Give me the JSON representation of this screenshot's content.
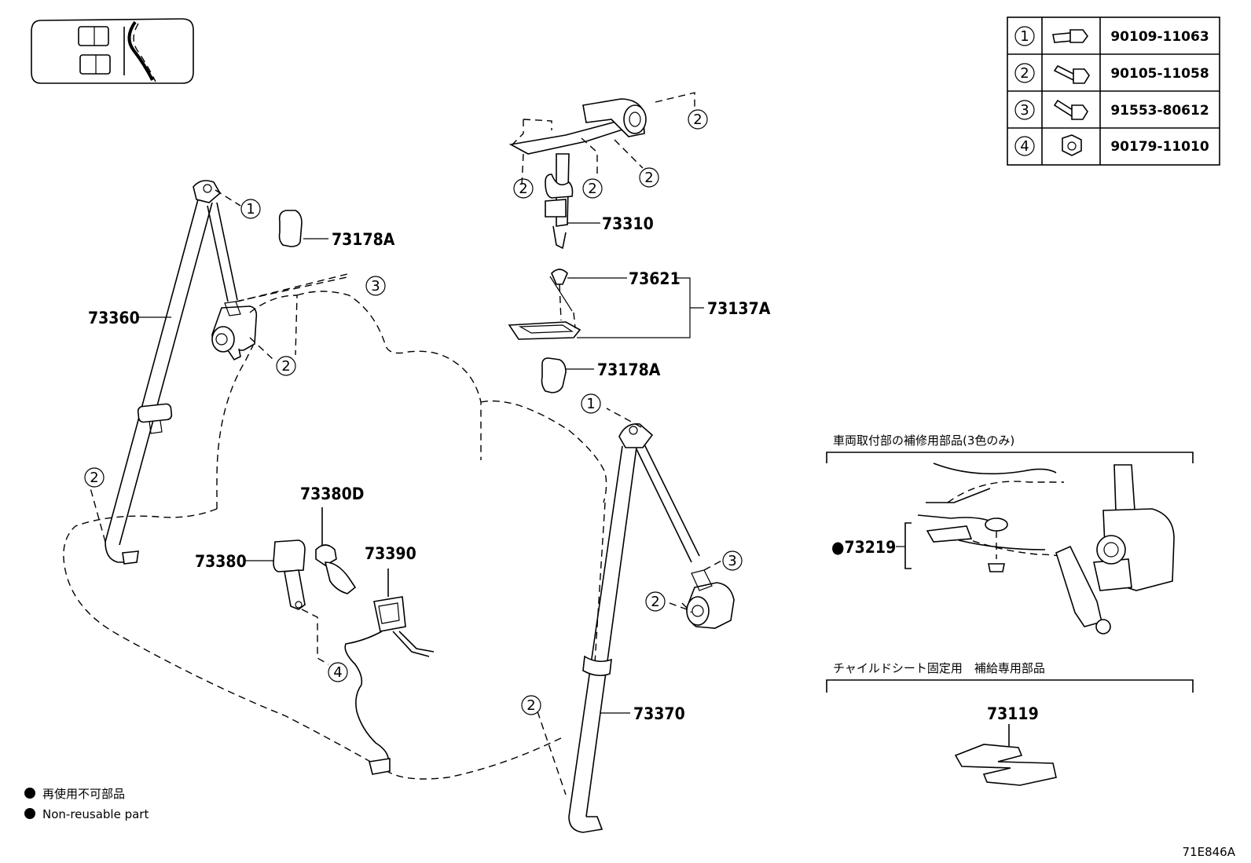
{
  "diagram_id": "71E846A",
  "bolt_table": [
    {
      "ref": "1",
      "part_number": "90109-11063"
    },
    {
      "ref": "2",
      "part_number": "90105-11058"
    },
    {
      "ref": "3",
      "part_number": "91553-80612"
    },
    {
      "ref": "4",
      "part_number": "90179-11010"
    }
  ],
  "parts": {
    "p73360": "73360",
    "p73178A_top": "73178A",
    "p73310": "73310",
    "p73621": "73621",
    "p73137A": "73137A",
    "p73178A_mid": "73178A",
    "p73380D": "73380D",
    "p73380": "73380",
    "p73390": "73390",
    "p73370": "73370",
    "p73219": "●73219",
    "p73119": "73119"
  },
  "callouts": [
    "1",
    "2",
    "3",
    "4"
  ],
  "sections": {
    "repair_title": "車両取付部の補修用部品(3色のみ)",
    "child_seat_title": "チャイルドシート固定用　補給専用部品"
  },
  "legend": {
    "line_jp": "再使用不可部品",
    "line_en": "Non-reusable part"
  }
}
